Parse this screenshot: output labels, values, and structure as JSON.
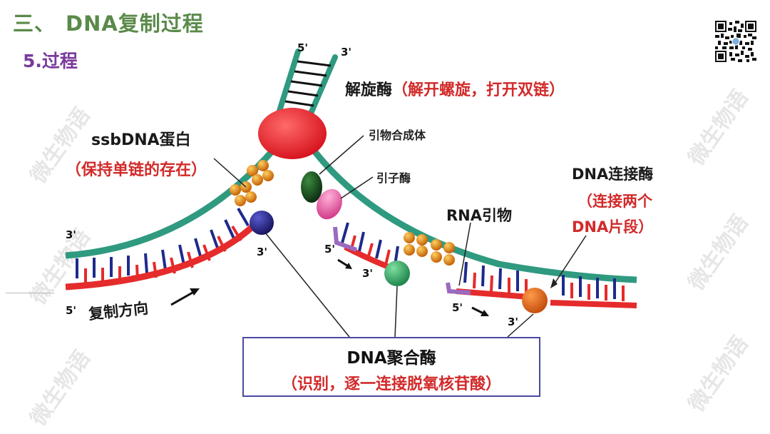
{
  "header": {
    "section_number": "三、",
    "section_title": "DNA复制过程",
    "sub_title": "5.过程"
  },
  "labels": {
    "helicase": "解旋酶",
    "helicase_desc": "（解开螺旋，打开双链）",
    "primosome": "引物合成体",
    "primase": "引子酶",
    "ssb": "ssbDNA蛋白",
    "ssb_desc": "（保持单链的存在）",
    "ligase": "DNA连接酶",
    "ligase_desc_1": "（连接两个",
    "ligase_desc_2": "DNA片段）",
    "rna_primer": "RNA引物",
    "direction": "复制方向",
    "polymerase": "DNA聚合酶",
    "polymerase_desc": "（识别，逐一连接脱氧核苷酸）"
  },
  "strand_ends": {
    "top_5": "5'",
    "top_3": "3'",
    "left_3": "3'",
    "left_5": "5'",
    "lead_3": "3'",
    "lag1_5": "5'",
    "lag1_3": "3'",
    "lag2_5": "5'",
    "lag2_3": "3'"
  },
  "watermark": "微生物语",
  "colors": {
    "title_green": "#5a8a4a",
    "subtitle_purple": "#7a3a9c",
    "template_strand": "#2f9a80",
    "new_strand": "#e52b2b",
    "rung_blue": "#1e2a8c",
    "primer": "#9a6ac0",
    "helicase": "#e8202a",
    "polymerase_lead": "#2a2080",
    "polymerase_lag": "#2aa060",
    "polymerase_lag2": "#e06010",
    "primase": "#e060a0",
    "primosome": "#1a5020",
    "ssb": "#e08010"
  }
}
